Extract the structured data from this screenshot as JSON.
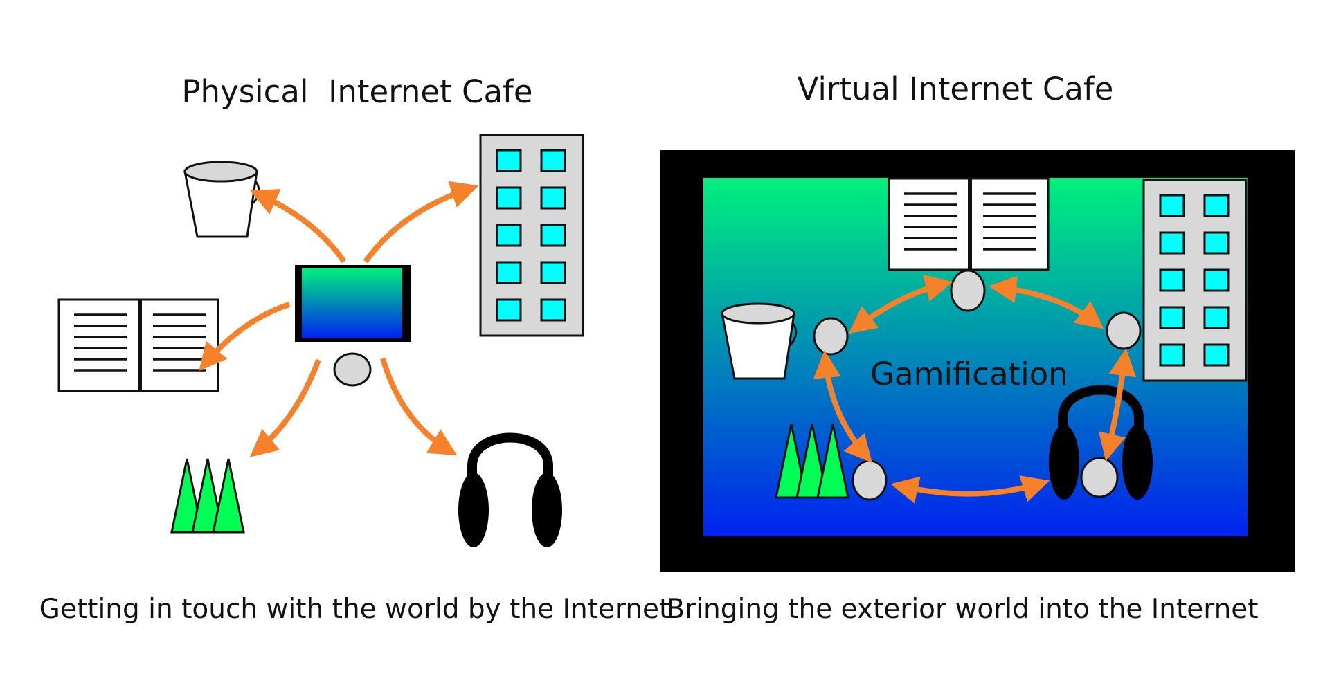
{
  "left_panel": {
    "title": "Physical  Internet Cafe",
    "caption": "Getting in touch with the world by the Internet"
  },
  "right_panel": {
    "title": "Virtual Internet Cafe",
    "center_label": "Gamification",
    "caption": "Bringing the exterior world into the Internet"
  },
  "icons": [
    "cup-icon",
    "building-icon",
    "book-icon",
    "monitor-icon",
    "person-icon",
    "trees-icon",
    "headphones-icon"
  ],
  "colors": {
    "arrow": "#F5812A",
    "screen_top": "#00F07E",
    "screen_bottom": "#0022F0",
    "window": "#00FFFF",
    "building": "#D8D8D8",
    "tree": "#00FF55",
    "frame": "#000000"
  }
}
